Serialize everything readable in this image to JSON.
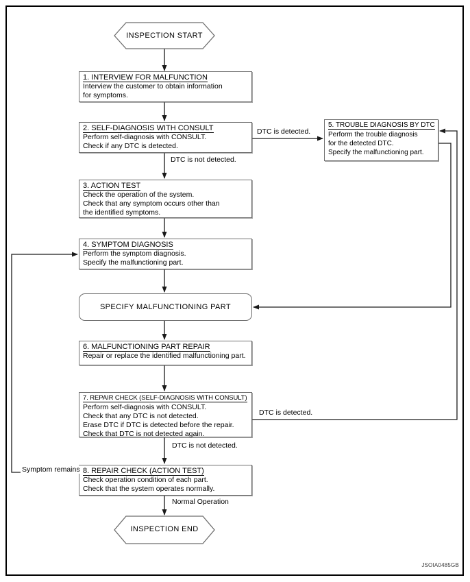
{
  "page": {
    "code": "JSOIA0485GB"
  },
  "colors": {
    "line": "#1a1a1a",
    "box_border": "#6e6e6e",
    "text": "#000000",
    "background": "#ffffff"
  },
  "start": {
    "label": "INSPECTION START"
  },
  "end": {
    "label": "INSPECTION END"
  },
  "boxes": {
    "b1": {
      "title": "1. INTERVIEW FOR MALFUNCTION",
      "lines": [
        "Interview the customer to obtain information",
        "for symptoms."
      ]
    },
    "b2": {
      "title": "2. SELF-DIAGNOSIS WITH CONSULT",
      "lines": [
        "Perform self-diagnosis with CONSULT.",
        "Check if any DTC is detected."
      ]
    },
    "b3": {
      "title": "3. ACTION TEST",
      "lines": [
        "Check the operation of the system.",
        "Check that any symptom occurs other than",
        "the identified symptoms."
      ]
    },
    "b4": {
      "title": "4. SYMPTOM DIAGNOSIS",
      "lines": [
        "Perform the symptom diagnosis.",
        "Specify the malfunctioning part."
      ]
    },
    "b5": {
      "title": "5. TROUBLE DIAGNOSIS BY DTC",
      "lines": [
        "Perform the trouble diagnosis",
        "for the detected DTC.",
        "Specify the malfunctioning part."
      ]
    },
    "specify": {
      "label": "SPECIFY MALFUNCTIONING PART"
    },
    "b6": {
      "title": "6. MALFUNCTIONING PART REPAIR",
      "lines": [
        "Repair or replace the identified malfunctioning part."
      ]
    },
    "b7": {
      "title": "7. REPAIR CHECK (SELF-DIAGNOSIS WITH CONSULT)",
      "lines": [
        "Perform self-diagnosis with CONSULT.",
        "Check that any DTC is not detected.",
        "Erase DTC if DTC is detected before the repair.",
        "Check that DTC is not detected again."
      ]
    },
    "b8": {
      "title": "8. REPAIR CHECK (ACTION TEST)",
      "lines": [
        "Check operation condition of each part.",
        "Check that the system operates normally."
      ]
    }
  },
  "edge_labels": {
    "dtc_detected_top": "DTC is detected.",
    "dtc_not_detected_top": "DTC is not detected.",
    "dtc_detected_bottom": "DTC is detected.",
    "dtc_not_detected_bottom": "DTC is not detected.",
    "normal_operation": "Normal Operation",
    "symptom_remains": "Symptom remains"
  }
}
